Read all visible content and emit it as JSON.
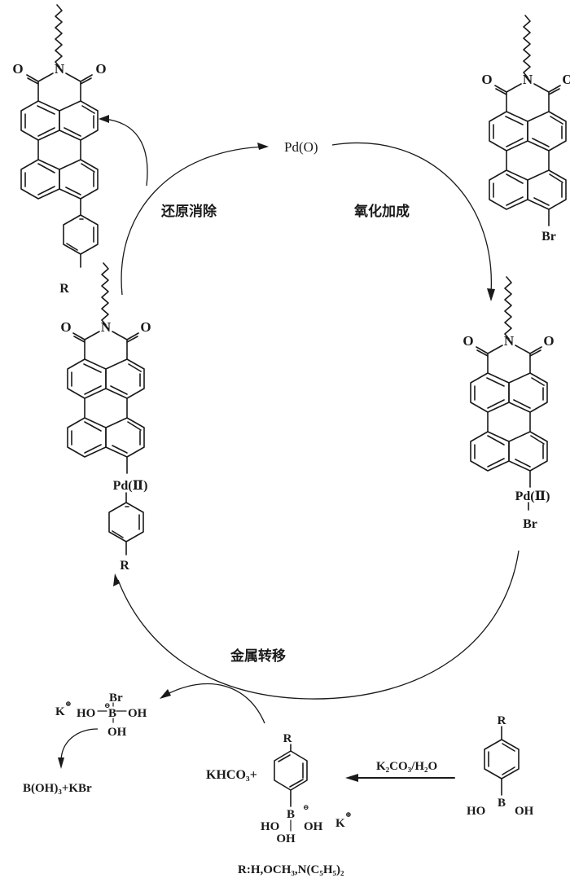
{
  "diagram": {
    "type": "catalytic-cycle",
    "catalyst": "Pd(O)",
    "steps": {
      "oxidative_addition": "氧化加成",
      "transmetalation": "金属转移",
      "reductive_elimination": "还原消除"
    },
    "species": {
      "product": {
        "substituent": "R",
        "imide_N": "N",
        "carbonyl_O": "O"
      },
      "bromo_pmi": {
        "substituent": "Br",
        "imide_N": "N",
        "carbonyl_O": "O"
      },
      "pd_br_complex": {
        "metal": "Pd(Ⅱ)",
        "ligand": "Br",
        "imide_N": "N",
        "carbonyl_O": "O"
      },
      "pd_aryl_complex": {
        "metal": "Pd(Ⅱ)",
        "aryl_substituent": "R",
        "imide_N": "N",
        "carbonyl_O": "O"
      }
    },
    "borate_byproduct": {
      "cation": "K",
      "left": "HO",
      "center": "B",
      "top": "Br",
      "right": "OH",
      "bottom": "OH"
    },
    "final_products": "B(OH)₃+KBr",
    "activation": {
      "reagent": "K₂CO₃/H₂O",
      "left_product": "KHCO₃+",
      "boronate": {
        "substituent": "R",
        "center": "B",
        "left": "HO",
        "right": "OH",
        "bottom": "OH",
        "cation": "K"
      },
      "boronic_acid": {
        "substituent": "R",
        "center": "B",
        "left": "HO",
        "right": "OH"
      }
    },
    "r_groups_note": "R:H,OCH₃,N(C₅H₅)₂",
    "charges": {
      "plus": "⊕",
      "minus": "⊖"
    }
  }
}
